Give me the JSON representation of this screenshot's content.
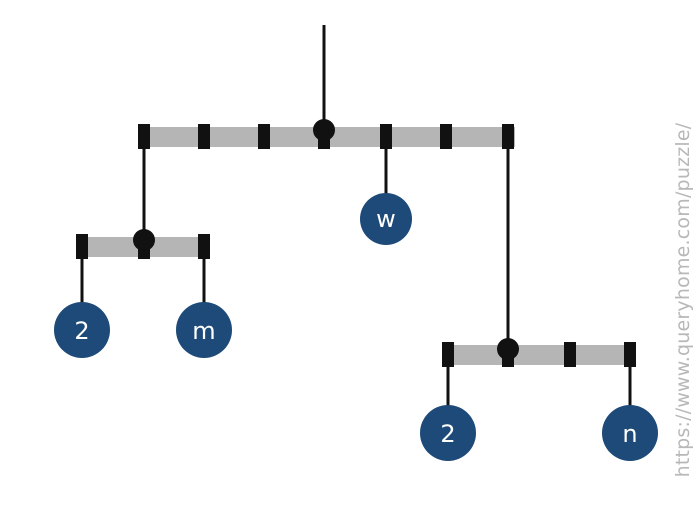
{
  "watermark": "https://www.queryhome.com/puzzle/",
  "colors": {
    "beam": "#b5b5b5",
    "marker": "#111111",
    "string": "#111111",
    "weight_fill": "#1d4a78",
    "weight_text": "#ffffff",
    "watermark": "#b8b8b8"
  },
  "weights": {
    "w": "w",
    "left_2": "2",
    "m": "m",
    "right_2": "2",
    "n": "n"
  }
}
